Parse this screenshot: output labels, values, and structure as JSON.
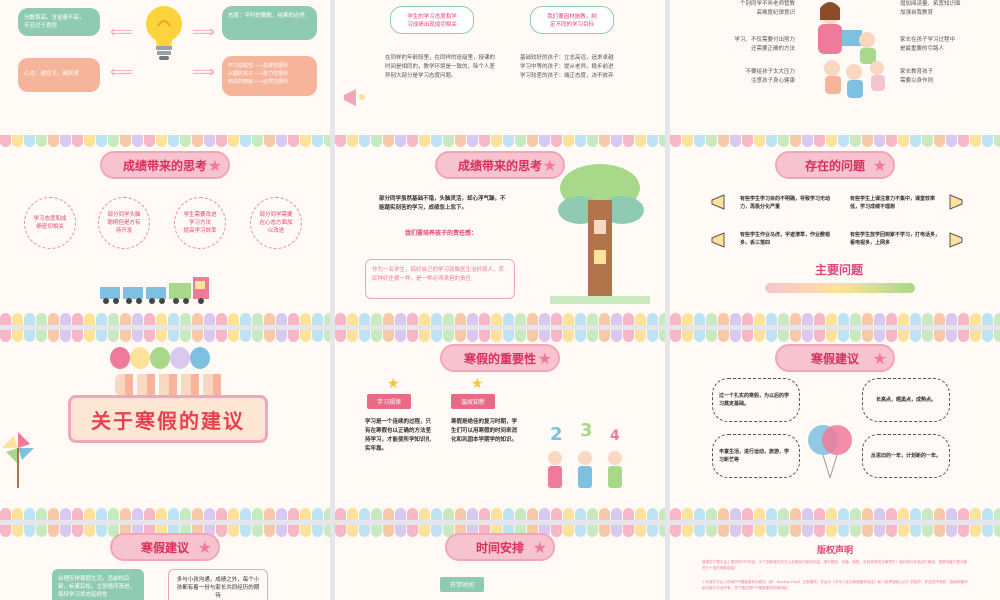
{
  "slide1": {
    "box_tl": "分数首高，含金量不高，\n不应过于喜悦",
    "box_tr": "态度：平时的懒散，结果的必然",
    "box_bl": "心态：越在乎，越厌求",
    "box_br": "学习动机性——急排性展科\n兴趣的孩子——能力性展科\n知识的铸就——必然性展科",
    "bulb_icon": "lightbulb-icon"
  },
  "slide2": {
    "bubble_left": "学生的学习态度和学\n习成绩出现成切相关",
    "bubble_right": "我们要因材施教，制\n定不同的学习目标",
    "para_left": "在同样的年龄段里，在同样的班级里，授课的时间是相同的，教学环境是一致的，除个人差异别大部分是学习态度问题。",
    "para_right": "基础较好的孩子：立志高远，追求卓越\n学习中等的孩子：提从老师，稳步前进\n学习较差的孩子：端正态度，决不放弃"
  },
  "slide3": {
    "lines_left": [
      "个别同学不听老师管教",
      "高难度纪律意识",
      "学习、不仅需要付出努力",
      "还需要正确的方法",
      "不要给孩子太大压力",
      "注意孩子身心健康"
    ],
    "lines_right": [
      "增加阅读量、拓宽知识面",
      "加强自我教育",
      "家长在孩子学习过程中",
      "是最重要的引路人",
      "家长教育孩子",
      "需要以身作则"
    ]
  },
  "slide4": {
    "title": "成绩带来的思考",
    "circles": [
      "学习态度和成\n绩密切相关",
      "部分同学头脑\n聪明但是方有\n待开发",
      "学生需要改进\n学习方法\n提高学习效率",
      "部分同学需要\n在心态方面加\n以改进"
    ]
  },
  "slide5": {
    "title": "成绩带来的思考",
    "para": "部分同学虽然基础不错，头脑灵活，却心浮气躁，不能踏实刻苦的学习，成绩忽上忽下。",
    "heading": "我们要培养孩子的责任感：",
    "quote": "作为一名学生，搞好自己的学习就像医生治好病人，农民种好庄稼一样，是一种必须承担的责任"
  },
  "slide6": {
    "title": "存在的问题",
    "items": [
      "有些学生学习目的不明确，导致学习无动力，再极分化严重",
      "有些学生上课注意力不集中，课堂效率低，学习成绩不理想",
      "有些学生作业马虎，字迹潦草，作业敷错多，丢三落四",
      "有些学生放学回到家不学习，打电话多，看电视多，上网多"
    ],
    "subtitle": "主要问题"
  },
  "slide7": {
    "title": "关于寒假的建议"
  },
  "slide8": {
    "title": "寒假的重要性",
    "tag_left": "学习规律",
    "tag_right": "温故知新",
    "text_left": "学习是一个连续的过程，只有在寒假也以正确的方法坚持学习，才能使所学知识扎实牢靠。",
    "text_right": "寒假是绝佳的复习时期，学生们可以用寒假的时间来消化和巩固本学期学的知识。"
  },
  "slide9": {
    "title": "寒假建议",
    "items": [
      "过一个扎实的寒假，为以后的学习奠定基础。",
      "长高点，晒黑点，成熟点。",
      "丰富生活，进行运动，旅游，学习新艺等",
      "反思旧的一年，计划新的一年。"
    ]
  },
  "slide10": {
    "title": "寒假建议",
    "box_left": "合理安排寒假生活，忌前松后紧，标紧后松。主张循序渐进，保持学习状态延续性",
    "box_right": "多与小孩沟通，成绩之外，每个小孩都有着一份与家长共同经历的期待"
  },
  "slide11": {
    "title": "时间安排",
    "tag": "开学时间"
  },
  "slide12": {
    "title": "版权声明",
    "para1": "感谢您下载平台上提供的PPT作品，为了您和我们双方以及原创作者的利益，请勿复制、传播、销售，否则将承担法律责任！我们将对作品进行维权，按照传播下载次数进行十倍的索取赔偿！",
    "para2": "1.在我们平台上的网PPT模板素材为原创（即：Royalty Free）正版素材，并且为《中华人民共和国著作权法》和《世界版权公约》的保护，作品的所有权、版权和著作权归我们平台所有，您下载的是PPT模板素材的使用权。"
  },
  "colors": {
    "bunting": [
      "#f7b7c7",
      "#fde29a",
      "#bde3f5",
      "#c9eac0",
      "#f8c9a8",
      "#d9c8f0"
    ]
  }
}
